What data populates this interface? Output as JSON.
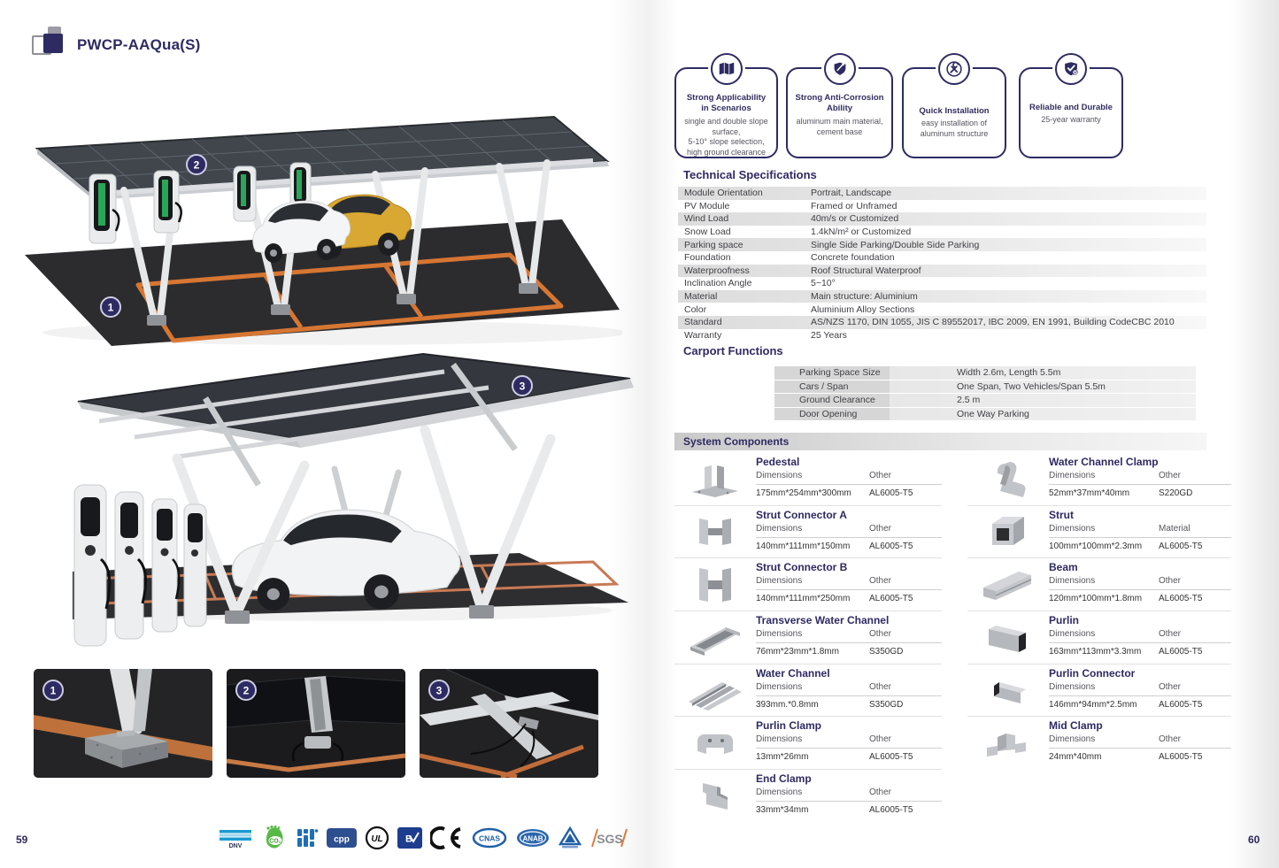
{
  "page": {
    "left_number": "59",
    "right_number": "60"
  },
  "header": {
    "title": "PWCP-AAQua(S)"
  },
  "colors": {
    "navy": "#2d2b62",
    "orange": "#e07a34",
    "table_gray": "#dcdcdc",
    "panel_dark": "#34383e",
    "aluminium": "#e6e8ea"
  },
  "features": [
    {
      "icon": "map-icon",
      "title": "Strong Applicability\nin Scenarios",
      "desc": "single and double slope\nsurface,\n5-10° slope selection,\nhigh ground clearance"
    },
    {
      "icon": "shield-brush-icon",
      "title": "Strong Anti-Corrosion\nAbility",
      "desc": "aluminum main material,\ncement base"
    },
    {
      "icon": "tools-icon",
      "title": "Quick Installation",
      "desc": "easy installation of\naluminum structure"
    },
    {
      "icon": "shield-check-gear-icon",
      "title": "Reliable and Durable",
      "desc": "25-year warranty"
    }
  ],
  "tech_specs": {
    "heading": "Technical Specifications",
    "rows": [
      {
        "label": "Module Orientation",
        "value": "Portrait, Landscape"
      },
      {
        "label": "PV Module",
        "value": "Framed or Unframed"
      },
      {
        "label": "Wind Load",
        "value": "40m/s or Customized"
      },
      {
        "label": "Snow Load",
        "value": "1.4kN/m²  or Customized"
      },
      {
        "label": "Parking space",
        "value": "Single Side Parking/Double Side Parking"
      },
      {
        "label": "Foundation",
        "value": "Concrete foundation"
      },
      {
        "label": "Waterproofness",
        "value": "Roof Structural Waterproof"
      },
      {
        "label": "Inclination Angle",
        "value": "5~10°"
      },
      {
        "label": "Material",
        "value": "Main structure: Aluminium"
      },
      {
        "label": "Color",
        "value": "Aluminium Alloy Sections"
      },
      {
        "label": "Standard",
        "value": "AS/NZS 1170, DIN 1055, JIS C 89552017, IBC 2009, EN 1991, Building CodeCBC 2010"
      },
      {
        "label": "Warranty",
        "value": "25 Years"
      }
    ]
  },
  "carport_functions": {
    "heading": "Carport Functions",
    "rows": [
      {
        "label": "Parking Space Size",
        "value": "Width 2.6m, Length 5.5m"
      },
      {
        "label": "Cars / Span",
        "value": "One Span, Two Vehicles/Span 5.5m"
      },
      {
        "label": "Ground Clearance",
        "value": "2.5 m"
      },
      {
        "label": "Door Opening",
        "value": "One Way Parking"
      }
    ]
  },
  "system_components": {
    "heading": "System Components",
    "left": [
      {
        "name": "Pedestal",
        "dim_label": "Dimensions",
        "other_label": "Other",
        "dims": "175mm*254mm*300mm",
        "material": "AL6005-T5",
        "icon": "pedestal-icon"
      },
      {
        "name": "Strut Connector A",
        "dim_label": "Dimensions",
        "other_label": "Other",
        "dims": "140mm*111mm*150mm",
        "material": "AL6005-T5",
        "icon": "strut-connector-a-icon"
      },
      {
        "name": "Strut Connector B",
        "dim_label": "Dimensions",
        "other_label": "Other",
        "dims": "140mm*111mm*250mm",
        "material": "AL6005-T5",
        "icon": "strut-connector-b-icon"
      },
      {
        "name": "Transverse Water Channel",
        "dim_label": "Dimensions",
        "other_label": "Other",
        "dims": "76mm*23mm*1.8mm",
        "material": "S350GD",
        "icon": "transverse-water-channel-icon"
      },
      {
        "name": "Water Channel",
        "dim_label": "Dimensions",
        "other_label": "Other",
        "dims": "393mm.*0.8mm",
        "material": "S350GD",
        "icon": "water-channel-icon"
      },
      {
        "name": "Purlin Clamp",
        "dim_label": "Dimensions",
        "other_label": "Other",
        "dims": "13mm*26mm",
        "material": "AL6005-T5",
        "icon": "purlin-clamp-icon"
      },
      {
        "name": "End Clamp",
        "dim_label": "Dimensions",
        "other_label": "Other",
        "dims": "33mm*34mm",
        "material": "AL6005-T5",
        "icon": "end-clamp-icon"
      }
    ],
    "right": [
      {
        "name": "Water Channel Clamp",
        "dim_label": "Dimensions",
        "other_label": "Other",
        "dims": "52mm*37mm*40mm",
        "material": "S220GD",
        "icon": "water-channel-clamp-icon"
      },
      {
        "name": "Strut",
        "dim_label": "Dimensions",
        "other_label": "Material",
        "dims": "100mm*100mm*2.3mm",
        "material": "AL6005-T5",
        "icon": "strut-icon"
      },
      {
        "name": "Beam",
        "dim_label": "Dimensions",
        "other_label": "Other",
        "dims": "120mm*100mm*1.8mm",
        "material": "AL6005-T5",
        "icon": "beam-icon"
      },
      {
        "name": "Purlin",
        "dim_label": "Dimensions",
        "other_label": "Other",
        "dims": "163mm*113mm*3.3mm",
        "material": "AL6005-T5",
        "icon": "purlin-icon"
      },
      {
        "name": "Purlin Connector",
        "dim_label": "Dimensions",
        "other_label": "Other",
        "dims": "146mm*94mm*2.5mm",
        "material": "AL6005-T5",
        "icon": "purlin-connector-icon"
      },
      {
        "name": "Mid Clamp",
        "dim_label": "Dimensions",
        "other_label": "Other",
        "dims": "24mm*40mm",
        "material": "AL6005-T5",
        "icon": "mid-clamp-icon"
      }
    ]
  },
  "renders": {
    "badge1": "1",
    "badge2": "2",
    "badge3": "3",
    "photo_badges": [
      "1",
      "2",
      "3"
    ]
  },
  "certifications": {
    "labels": [
      "DNV",
      "CO₂",
      "cpp",
      "UL",
      "Bv",
      "CE",
      "CNAS",
      "ANAB",
      "SGS"
    ],
    "icons": [
      "dnv-logo",
      "co2-footprint-logo",
      "cert-mark-logo",
      "cpp-logo",
      "ul-logo",
      "bv-logo",
      "ce-logo",
      "cnas-logo",
      "anab-logo",
      "tuv-logo",
      "sgs-logo"
    ]
  }
}
